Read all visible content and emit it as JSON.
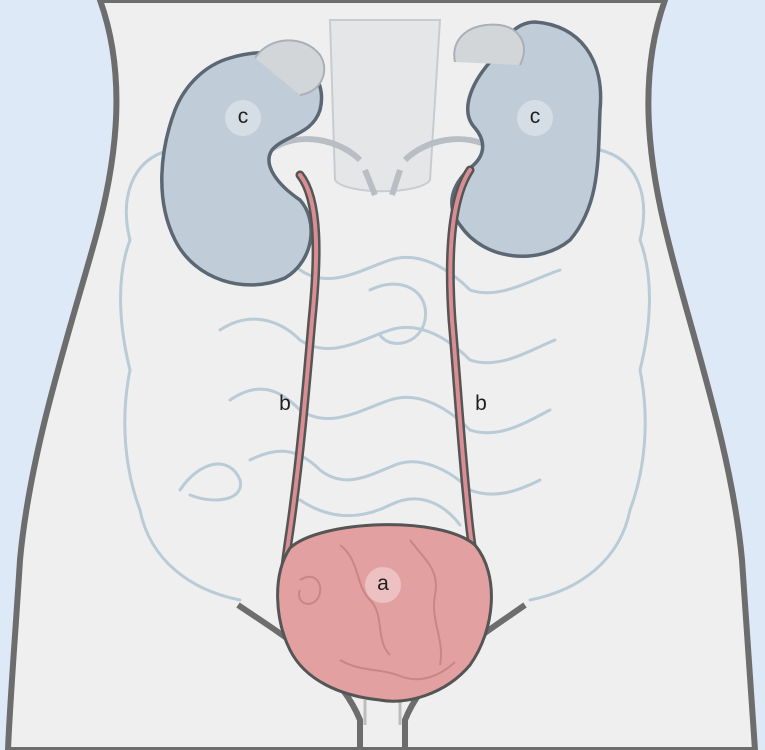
{
  "diagram": {
    "labels": {
      "bladder": "a",
      "ureter_left": "b",
      "ureter_right": "b",
      "kidney_left": "c",
      "kidney_right": "c"
    },
    "colors": {
      "background": "#dde9f6",
      "body_fill": "#efefef",
      "body_outline": "#6d6d6d",
      "intestine_line": "#b9cbd6",
      "kidney_fill": "#c0ccd8",
      "kidney_outline": "#5b6773",
      "ureter": "#d88e93",
      "bladder_fill": "#e3a0a0",
      "bladder_outline": "#555555"
    }
  }
}
